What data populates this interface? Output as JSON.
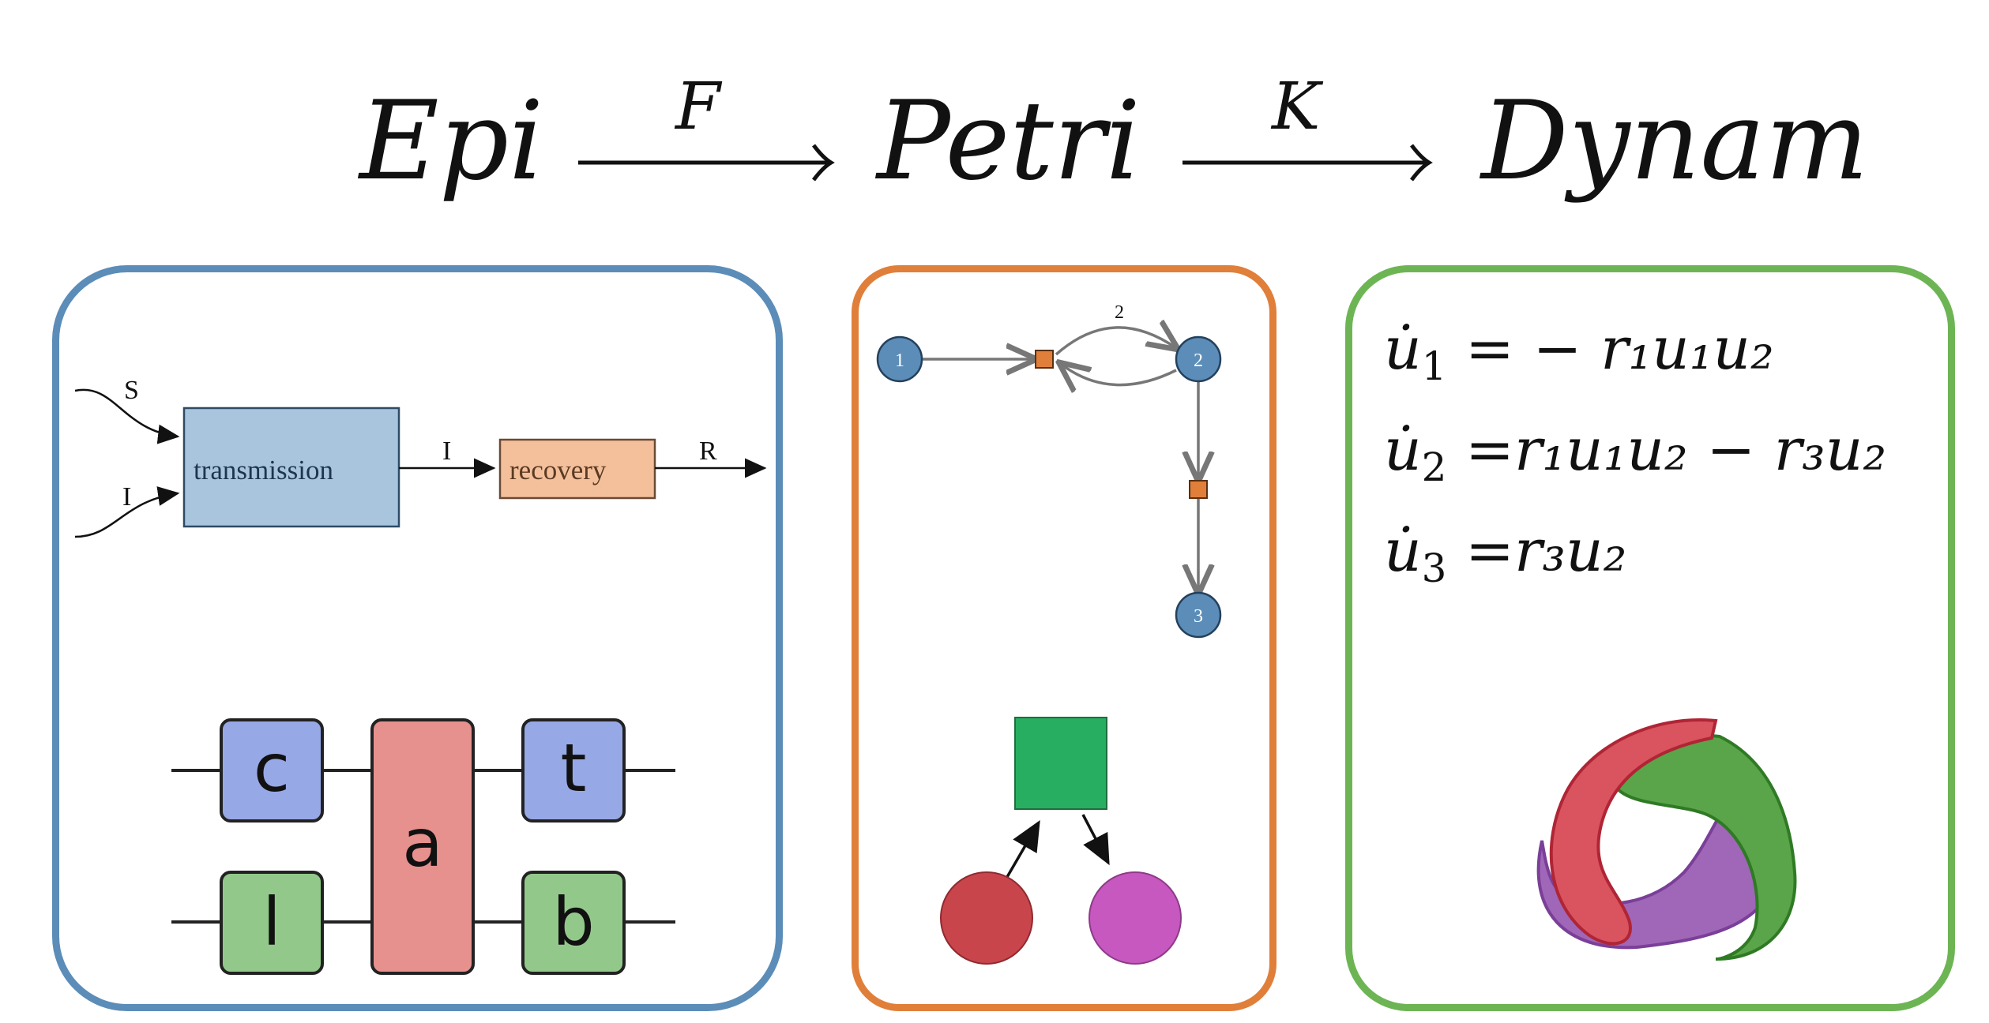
{
  "header": {
    "epi": "Epi",
    "petri": "Petri",
    "dynam": "Dynam",
    "arrow_f": "F",
    "arrow_k": "K"
  },
  "epi_panel": {
    "wire_inputs": [
      "S",
      "I"
    ],
    "transmission_label": "transmission",
    "middle_wire_label": "I",
    "recovery_label": "recovery",
    "output_label": "R",
    "box_letters": [
      "c",
      "a",
      "t",
      "l",
      "b"
    ],
    "colors": {
      "border": "#5b8db8",
      "transmission": "#a9c5de",
      "recovery": "#f4c09c",
      "blue_box": "#97a8e6",
      "red_box": "#e6918e",
      "green_box": "#92c98a"
    }
  },
  "petri_panel": {
    "places": [
      "1",
      "2",
      "3"
    ],
    "edge_weight": "2",
    "colors": {
      "border": "#e07f3a",
      "place": "#5b8db8",
      "transition": "#e07f3a",
      "green_square": "#27ae60",
      "red_circle": "#c9454c",
      "pink_circle": "#c658c0"
    }
  },
  "dynam_panel": {
    "equations": [
      {
        "lhs_var": "u",
        "lhs_sub": "1",
        "rhs": "= − r₁u₁u₂"
      },
      {
        "lhs_var": "u",
        "lhs_sub": "2",
        "rhs": "=r₁u₁u₂ − r₃u₂"
      },
      {
        "lhs_var": "u",
        "lhs_sub": "3",
        "rhs": "=r₃u₂"
      }
    ],
    "colors": {
      "border": "#6db554",
      "red": "#d9404d",
      "green": "#4fa040",
      "purple": "#9b5cb8"
    }
  }
}
